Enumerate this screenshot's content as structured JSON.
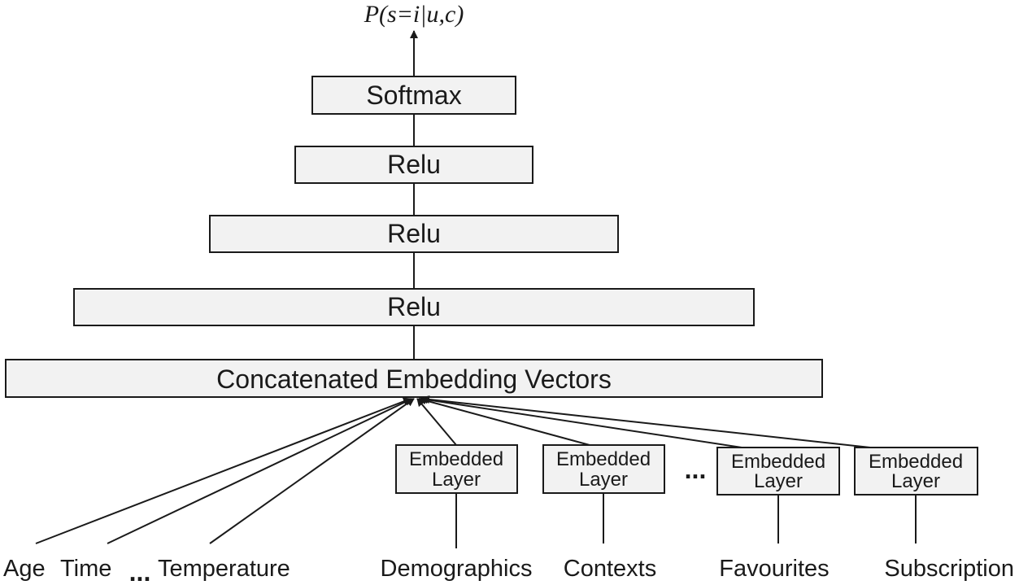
{
  "colors": {
    "box_fill": "#f2f2f2",
    "stroke": "#1a1a1a",
    "background": "#ffffff"
  },
  "output_label": "P(s=i|u,c)",
  "layers": [
    {
      "id": "softmax",
      "label": "Softmax"
    },
    {
      "id": "relu-3",
      "label": "Relu"
    },
    {
      "id": "relu-2",
      "label": "Relu"
    },
    {
      "id": "relu-1",
      "label": "Relu"
    },
    {
      "id": "concat",
      "label": "Concatenated Embedding Vectors"
    }
  ],
  "embedded_layers": [
    {
      "id": "demographics",
      "label_line1": "Embedded",
      "label_line2": "Layer"
    },
    {
      "id": "contexts",
      "label_line1": "Embedded",
      "label_line2": "Layer"
    },
    {
      "id": "favourites",
      "label_line1": "Embedded",
      "label_line2": "Layer"
    },
    {
      "id": "subscription",
      "label_line1": "Embedded",
      "label_line2": "Layer"
    }
  ],
  "ellipsis": "...",
  "inputs": [
    {
      "id": "age",
      "label": "Age"
    },
    {
      "id": "time",
      "label": "Time"
    },
    {
      "id": "temperature",
      "label": "Temperature"
    },
    {
      "id": "demographics",
      "label": "Demographics"
    },
    {
      "id": "contexts",
      "label": "Contexts"
    },
    {
      "id": "favourites",
      "label": "Favourites"
    },
    {
      "id": "subscription",
      "label": "Subscription"
    }
  ]
}
